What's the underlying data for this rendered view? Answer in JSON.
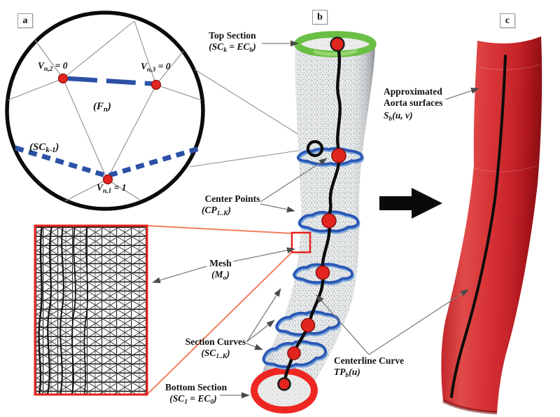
{
  "panel_tags": {
    "a": "a",
    "b": "b",
    "c": "c"
  },
  "panel_a": {
    "v2": {
      "base": "V",
      "sub": "n,2",
      "eq": " = 0"
    },
    "v3": {
      "base": "V",
      "sub": "n,3",
      "eq": " = 0"
    },
    "v1": {
      "base": "V",
      "sub": "n,1",
      "eq": " = 1"
    },
    "face": {
      "open": "(F",
      "sub": "n",
      "close": ")"
    },
    "prev_curve": {
      "open": "(SC",
      "sub": "k-1",
      "close": ")"
    }
  },
  "labels": {
    "top_section": {
      "title": "Top Section",
      "open": "(SC",
      "sub1": "k",
      "mid": " = EC",
      "sub2": "b",
      "close": ")"
    },
    "center_points": {
      "title": "Center Points",
      "open": "(CP",
      "sub": "1..K",
      "close": ")"
    },
    "mesh": {
      "title": "Mesh",
      "open": "(M",
      "sub": "o",
      "close": ")"
    },
    "section_curves": {
      "title": "Section Curves",
      "open": "(SC",
      "sub": "1..K",
      "close": ")"
    },
    "bottom_section": {
      "title": "Bottom Section",
      "open": "(SC",
      "sub1": "1",
      "mid": " = EC",
      "sub2": "0",
      "close": ")"
    },
    "centerline_curve": {
      "title": "Centerline Curve",
      "base": "TP",
      "sub": "b",
      "args": "(u)"
    },
    "approx_surface": {
      "line1": "Approximated",
      "line2": "Aorta surfaces",
      "base": "S",
      "sub": "b",
      "args": "(u, v)"
    }
  },
  "colors": {
    "dash_blue": "#2b50a5",
    "section_curve_blue": "#2a58b4",
    "section_curve_light_blue": "#7aa6dc",
    "center_point_red": "#e3251f",
    "top_ring_green": "#6abf45",
    "bottom_ring_red": "#ee2722",
    "inset_border_red": "#e8231d",
    "callout_salmon": "#f0805f",
    "surface_red": "#d32f33",
    "annotation_gray": "#8a8a8a",
    "big_arrow_black": "#0a0a0a"
  }
}
